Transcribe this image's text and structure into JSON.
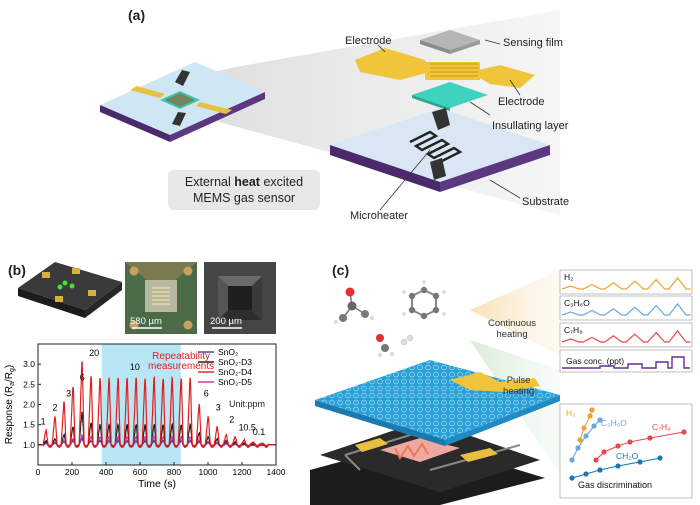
{
  "panel_a": {
    "tag": "(a)",
    "labels": {
      "electrode_top": "Electrode",
      "sensing_film": "Sensing film",
      "electrode_right": "Electrode",
      "insulating_layer": "Insullating layer",
      "microheater": "Microheater",
      "substrate": "Substrate"
    },
    "caption_line1_pre": "External ",
    "caption_bold": "heat",
    "caption_line1_post": " excited",
    "caption_line2": "MEMS gas sensor"
  },
  "panel_b": {
    "tag": "(b)",
    "scale1": "580 µm",
    "scale2": "200 µm",
    "repeat_label_1": "Repeatability",
    "repeat_label_2": "measurements",
    "unit_text": "Unit:ppm"
  },
  "panel_c": {
    "tag": "(c)",
    "continuous_1": "Continuous",
    "continuous_2": "heating",
    "pulse_1": "Pulse",
    "pulse_2": "heating",
    "gas_conc": "Gas conc. (ppt)",
    "gas_discrimination": "Gas discrimination",
    "mini_labels": [
      "H₂",
      "C₃H₆O",
      "C₇H₈"
    ],
    "scatter_labels": [
      "H₂",
      "C₃H₆O",
      "C₇H₈",
      "CH₂O"
    ]
  },
  "colors": {
    "sno2": "#3b3b9a",
    "d3": "#111111",
    "d4": "#e02020",
    "d5": "#c0309a",
    "highlight": "#b8e6f5",
    "h2": "#f0a030",
    "acetone": "#6aa8dc",
    "toluene": "#e84848",
    "ch2o": "#1a7ab0"
  },
  "chart_data": {
    "type": "line",
    "xlabel": "Time (s)",
    "ylabel": "Response (Ra/Rg)",
    "xlim": [
      0,
      1400
    ],
    "ylim": [
      0.5,
      3.5
    ],
    "xticks": [
      0,
      200,
      400,
      600,
      800,
      1000,
      1200,
      1400
    ],
    "yticks": [
      1.0,
      1.5,
      2.0,
      2.5,
      3.0
    ],
    "highlight_x": [
      375,
      840
    ],
    "legend": "top-right",
    "pulse_period_s": 53.0,
    "pulse_start_s": 30,
    "concentrations": [
      "1",
      "2",
      "3",
      "6",
      "20",
      "10",
      "6",
      "3",
      "2",
      "1",
      "0.5",
      "0.1"
    ],
    "conc_positions_x": [
      30,
      100,
      180,
      260,
      330,
      570,
      990,
      1060,
      1140,
      1195,
      1245,
      1300
    ],
    "series": [
      {
        "name": "SnO2",
        "label": "SnO₂",
        "peaks": [
          1.05,
          1.05,
          1.08,
          1.1,
          1.15,
          1.1,
          1.1,
          1.1,
          1.1,
          1.1,
          1.1,
          1.1,
          1.1,
          1.1,
          1.1,
          1.1,
          1.1,
          1.08,
          1.06,
          1.05,
          1.04,
          1.03,
          1.02,
          1.01,
          1.01
        ]
      },
      {
        "name": "SnO2-D3",
        "label": "SnO₂-D3",
        "peaks": [
          1.1,
          1.15,
          1.25,
          1.45,
          1.8,
          1.55,
          1.5,
          1.5,
          1.5,
          1.5,
          1.5,
          1.5,
          1.5,
          1.5,
          1.5,
          1.5,
          1.5,
          1.3,
          1.2,
          1.15,
          1.1,
          1.07,
          1.04,
          1.02,
          1.01
        ]
      },
      {
        "name": "SnO2-D4",
        "label": "SnO₂-D4",
        "peaks": [
          1.35,
          1.7,
          2.05,
          2.45,
          3.05,
          2.7,
          2.65,
          2.65,
          2.65,
          2.65,
          2.65,
          2.65,
          2.65,
          2.65,
          2.65,
          2.65,
          2.65,
          2.0,
          1.7,
          1.45,
          1.25,
          1.2,
          1.12,
          1.06,
          1.03
        ]
      },
      {
        "name": "SnO2-D5",
        "label": "SnO₂-D5",
        "peaks": [
          1.05,
          1.06,
          1.1,
          1.15,
          1.25,
          1.2,
          1.2,
          1.2,
          1.2,
          1.2,
          1.2,
          1.2,
          1.2,
          1.2,
          1.2,
          1.2,
          1.2,
          1.12,
          1.08,
          1.05,
          1.04,
          1.03,
          1.02,
          1.01,
          1.01
        ]
      }
    ]
  }
}
